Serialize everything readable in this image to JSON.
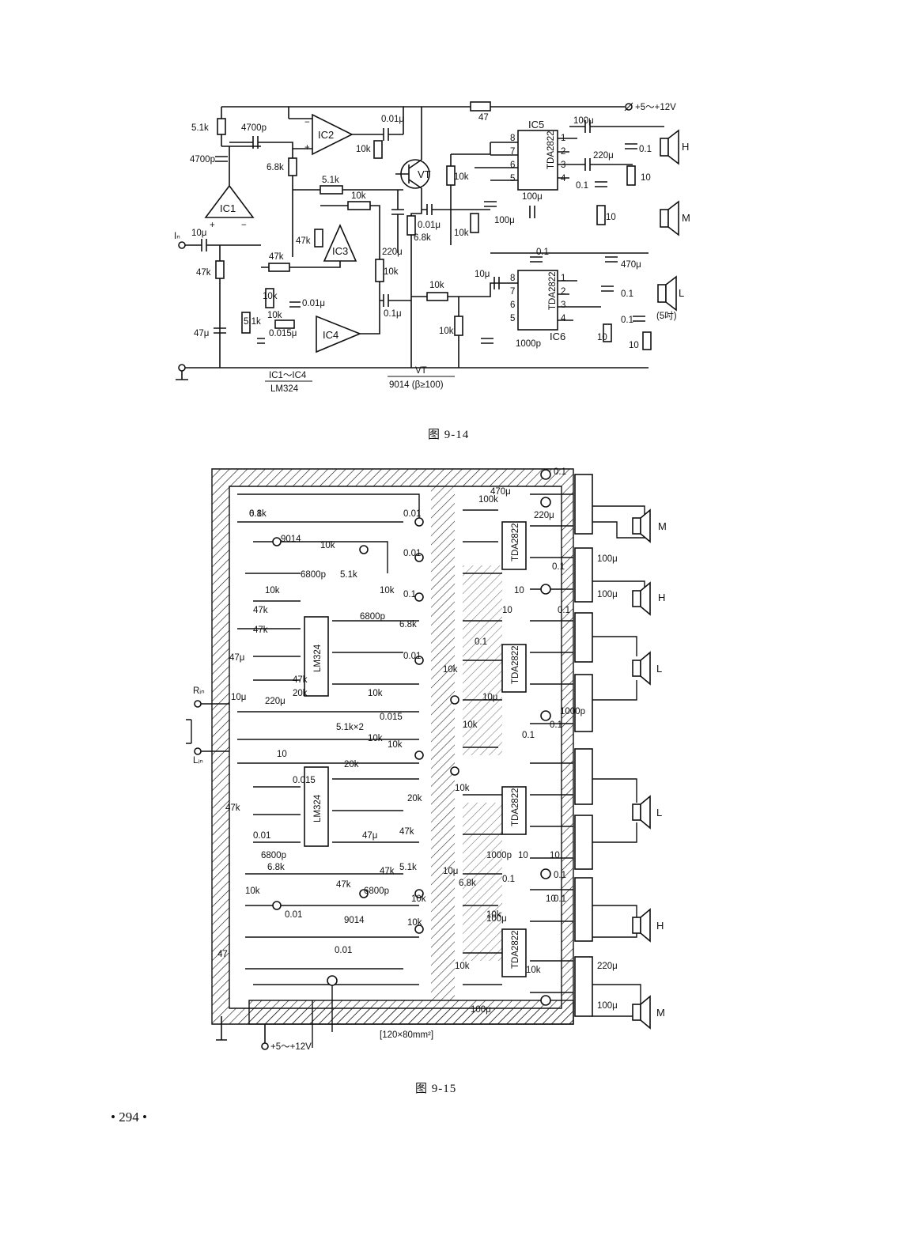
{
  "figure_top": {
    "caption": "图  9-14",
    "supply": "+5～+12V",
    "input_label": "Iₙ",
    "ic_labels": [
      "IC1",
      "IC2",
      "IC3",
      "IC4",
      "IC5",
      "IC6"
    ],
    "chip_name": "TDA2822",
    "transistor": "VT",
    "ic_note_top": "IC1～IC4",
    "ic_note_bottom": "LM324",
    "vt_note_top": "VT",
    "vt_note_bottom": "9014 (β≥100)",
    "speakers": [
      "H",
      "M",
      "L"
    ],
    "speaker_note": "(5吋)",
    "pin_labels": [
      "8",
      "7",
      "6",
      "5",
      "1",
      "2",
      "3",
      "4"
    ],
    "component_labels": {
      "r_5k1_top": "5.1k",
      "c_4700p_a": "4700p",
      "c_4700p_b": "4700p",
      "r_6k8": "6.8k",
      "r_5k1_mid": "5.1k",
      "c_10u_in": "10μ",
      "r_47k_a": "47k",
      "r_47k_b": "47k",
      "r_47k_c": "47k",
      "c_47u": "47μ",
      "r_10k_a": "10k",
      "r_10k_b": "10k",
      "r_10k_c": "10k",
      "r_10k_d": "10k",
      "r_5k1_low": "5.1k",
      "c_0015u": "0.015μ",
      "c_001u_a": "0.01μ",
      "c_001u_b": "0.01μ",
      "c_001u_c": "0.01μ",
      "c_01u": "0.1μ",
      "c_220u": "220μ",
      "r_6k8_vt": "6.8k",
      "r_47": "47",
      "c_100u_a": "100μ",
      "c_100u_b": "100μ",
      "c_100u_c": "100μ",
      "c_220u_out": "220μ",
      "c_01_a": "0.1",
      "c_01_b": "0.1",
      "c_01_c": "0.1",
      "c_01_d": "0.1",
      "c_01_e": "0.1",
      "r_10_a": "10",
      "r_10_b": "10",
      "r_10_c": "10",
      "r_10_d": "10",
      "c_470u": "470μ",
      "r_10k_ic6": "10k",
      "c_10u_ic6": "10μ",
      "r_10k_ic6b": "10k",
      "c_1000p": "1000p"
    }
  },
  "figure_bottom": {
    "caption": "图  9-15",
    "supply": "+5～+12V",
    "board_size": "[120×80mm²]",
    "inputs": [
      "Rᵢₙ",
      "Lᵢₙ"
    ],
    "chips": [
      "LM324",
      "LM324",
      "TDA2822",
      "TDA2822",
      "TDA2822",
      "TDA2822"
    ],
    "transistor": "9014",
    "speakers": [
      "M",
      "H",
      "L",
      "L",
      "H",
      "M"
    ],
    "component_labels": [
      "6.8k",
      "0.01",
      "9014",
      "10k",
      "0.01",
      "6800p",
      "5.1k",
      "10k",
      "10k",
      "47k",
      "47k",
      "0.1",
      "6800p",
      "6.8k",
      "47μ",
      "47k",
      "0.01",
      "10μ",
      "20k",
      "220μ",
      "10k",
      "5.1k×2",
      "0.015",
      "10k",
      "100k",
      "470μ",
      "220μ",
      "10",
      "0.1",
      "0.1",
      "100μ",
      "0.1",
      "100μ",
      "10",
      "0.1",
      "10k",
      "10μ",
      "10k",
      "1000p",
      "0.1",
      "0.1",
      "10",
      "10k",
      "20k",
      "0.015",
      "20k",
      "47k",
      "0.01",
      "47μ",
      "47k",
      "6800p",
      "6.8k",
      "47k",
      "47k",
      "5.1k",
      "10k",
      "6800p",
      "10k",
      "0.01",
      "9014",
      "10k",
      "0.01",
      "47",
      "6.8k",
      "10k",
      "10μ",
      "10k",
      "1000p",
      "0.1",
      "10",
      "10",
      "0.1",
      "10k",
      "0.1",
      "100μ",
      "100μ",
      "10k",
      "220μ",
      "10",
      "100μ",
      "0.1"
    ]
  },
  "page_number": "• 294 •"
}
